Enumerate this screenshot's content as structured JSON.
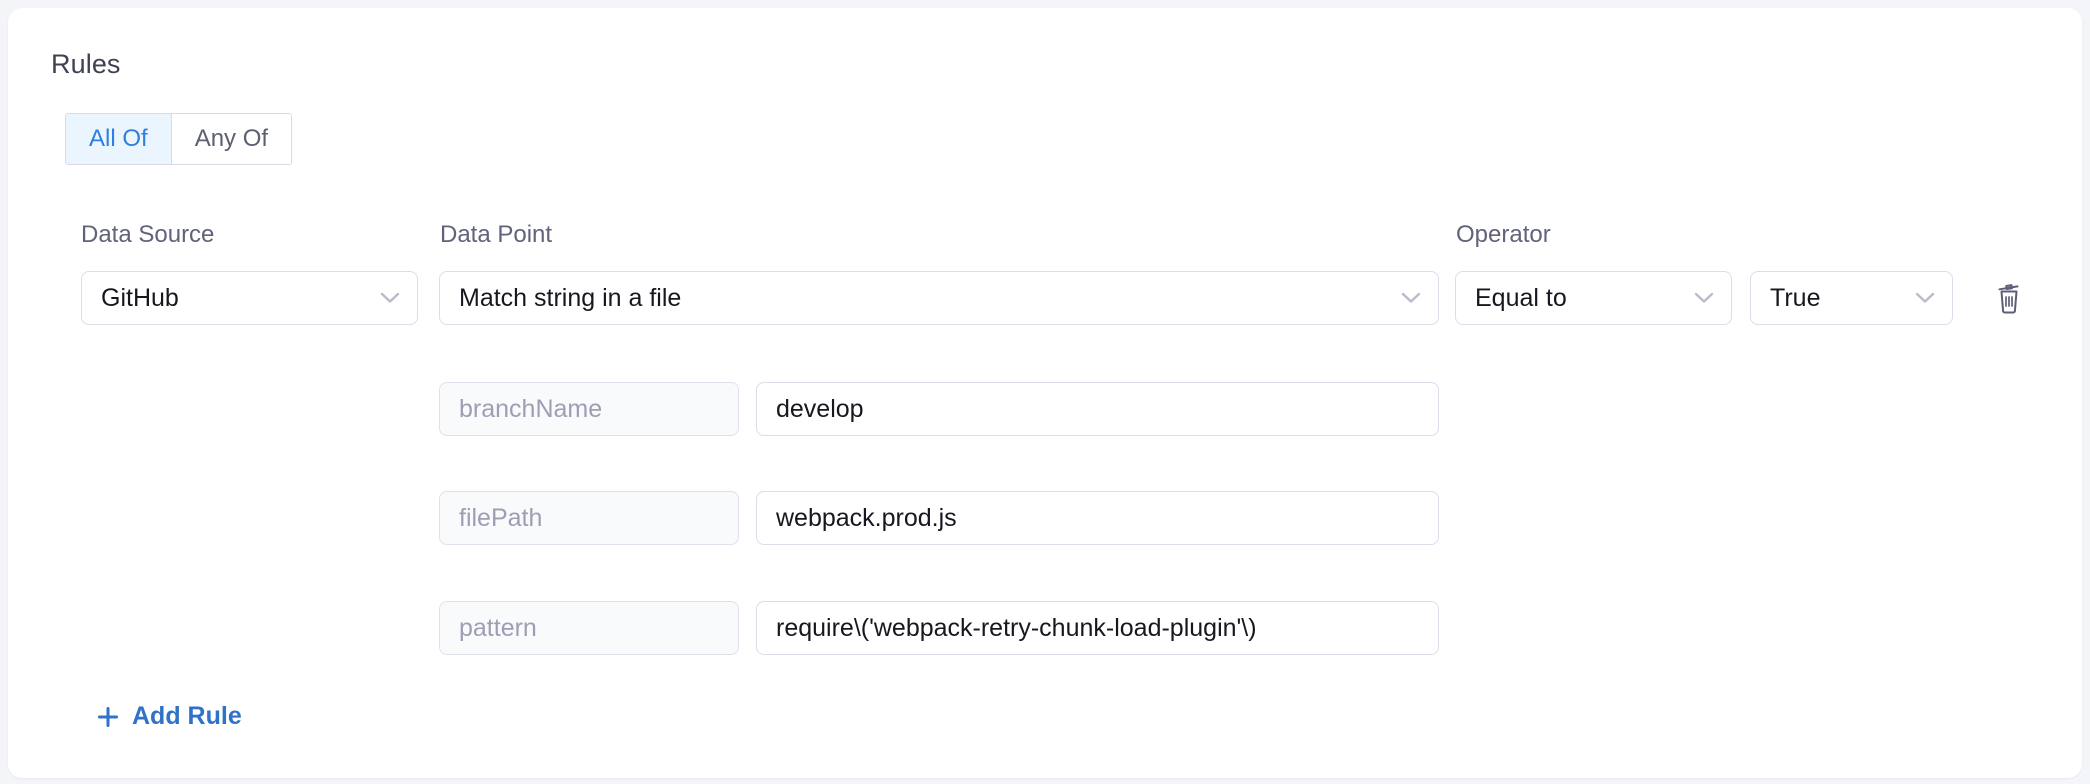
{
  "section": {
    "title": "Rules",
    "match_mode": {
      "options": [
        {
          "label": "All Of",
          "active": true
        },
        {
          "label": "Any Of",
          "active": false
        }
      ]
    },
    "labels": {
      "data_source": "Data Source",
      "data_point": "Data Point",
      "operator": "Operator"
    },
    "rule": {
      "data_source": "GitHub",
      "data_point": "Match string in a file",
      "operator": "Equal to",
      "operand": "True",
      "delete_icon": "trash-icon",
      "parameters": [
        {
          "key": "branchName",
          "value": "develop"
        },
        {
          "key": "filePath",
          "value": "webpack.prod.js"
        },
        {
          "key": "pattern",
          "value": "require\\('webpack-retry-chunk-load-plugin'\\)"
        }
      ]
    },
    "add_rule": {
      "label": "Add Rule",
      "icon": "plus-icon"
    }
  },
  "colors": {
    "page_background": "#f4f5f9",
    "card_background": "#ffffff",
    "accent_blue": "#2f7fe0",
    "link_blue": "#2f72c8",
    "toggle_active_bg": "#eaf5fd",
    "label_text": "#60637a",
    "value_text": "#17181f",
    "muted_text": "#9c9fb4",
    "border": "#dcdde8",
    "param_key_bg": "#f9fafc",
    "trash_icon": "#5b5f78"
  }
}
